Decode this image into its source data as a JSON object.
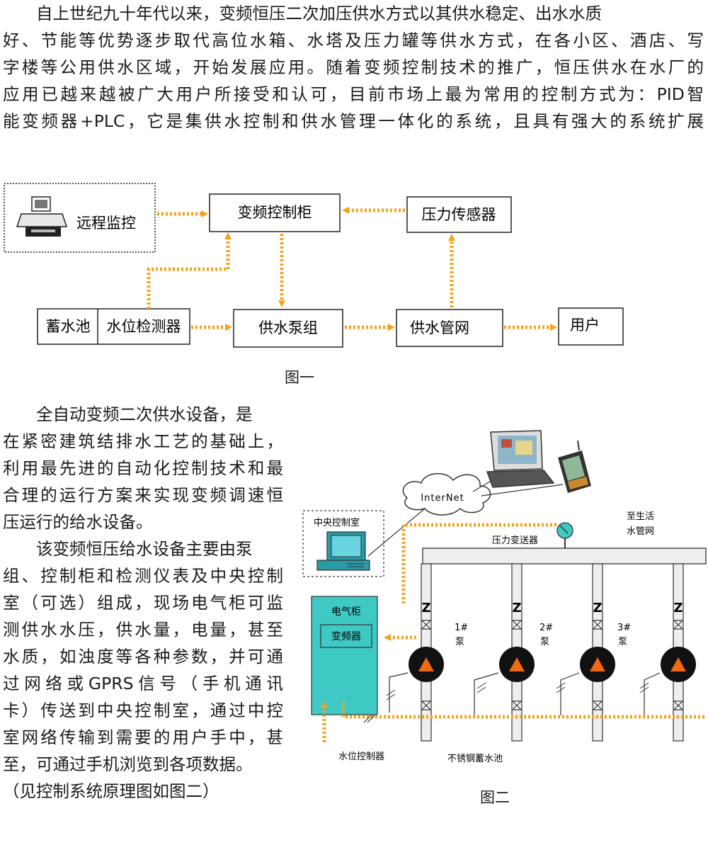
{
  "intro_lines": [
    "自上世纪九十年代以来，变频恒压二次加压供水方式以其供水稳定、出水水质",
    "好、节能等优势逐步取代高位水箱、水塔及压力罐等供水方式，在各小区、酒店、写",
    "字楼等公用供水区域，开始发展应用。随着变频控制技术的推广，恒压供水在水厂的",
    "应用已越来越被广大用户所接受和认可，目前市场上最为常用的控制方式为：PID智",
    "能变频器+PLC，它是集供水控制和供水管理一体化的系统，且具有强大的系统扩展"
  ],
  "figure1": {
    "caption": "图一",
    "remote_monitor": "远程监控",
    "vfd_cabinet": "变频控制柜",
    "pressure_sensor": "压力传感器",
    "reservoir": "蓄水池",
    "level_detector": "水位检测器",
    "pump_group": "供水泵组",
    "pipe_network": "供水管网",
    "user": "用户"
  },
  "body_lines": [
    "全自动变频二次供水设备，是",
    "在紧密建筑结排水工艺的基础上，",
    "利用最先进的自动化控制技术和最",
    "合理的运行方案来实现变频调速恒",
    "压运行的给水设备。",
    "该变频恒压给水设备主要由泵",
    "组、控制柜和检测仪表及中央控制",
    "室（可选）组成，现场电气柜可监",
    "测供水水压，供水量，电量，甚至",
    "水质，如浊度等各种参数，并可通",
    "过网络或GPRS信号（手机通讯",
    "卡）传送到中央控制室，通过中控",
    "室网络传输到需要的用户手中，甚",
    "至，可通过手机浏览到各项数据。",
    "（见控制系统原理图如图二）"
  ],
  "figure2": {
    "caption": "图二",
    "internet": "InterNet",
    "central_room": "中央控制室",
    "electrical_cabinet": "电气柜",
    "inverter": "变频器",
    "pressure_transmitter": "压力变送器",
    "outlet_label_1": "至生活",
    "outlet_label_2": "水管网",
    "pump1": "1#",
    "pump2": "2#",
    "pump3": "3#",
    "pump_word": "泵",
    "level_controller": "水位控制器",
    "tank": "不锈钢蓄水池"
  },
  "colors": {
    "arrow": "#f7a21b",
    "cabinet": "#3fc9c5",
    "pump_triangle": "#ef6a12",
    "pipe": "#eeeeee"
  }
}
